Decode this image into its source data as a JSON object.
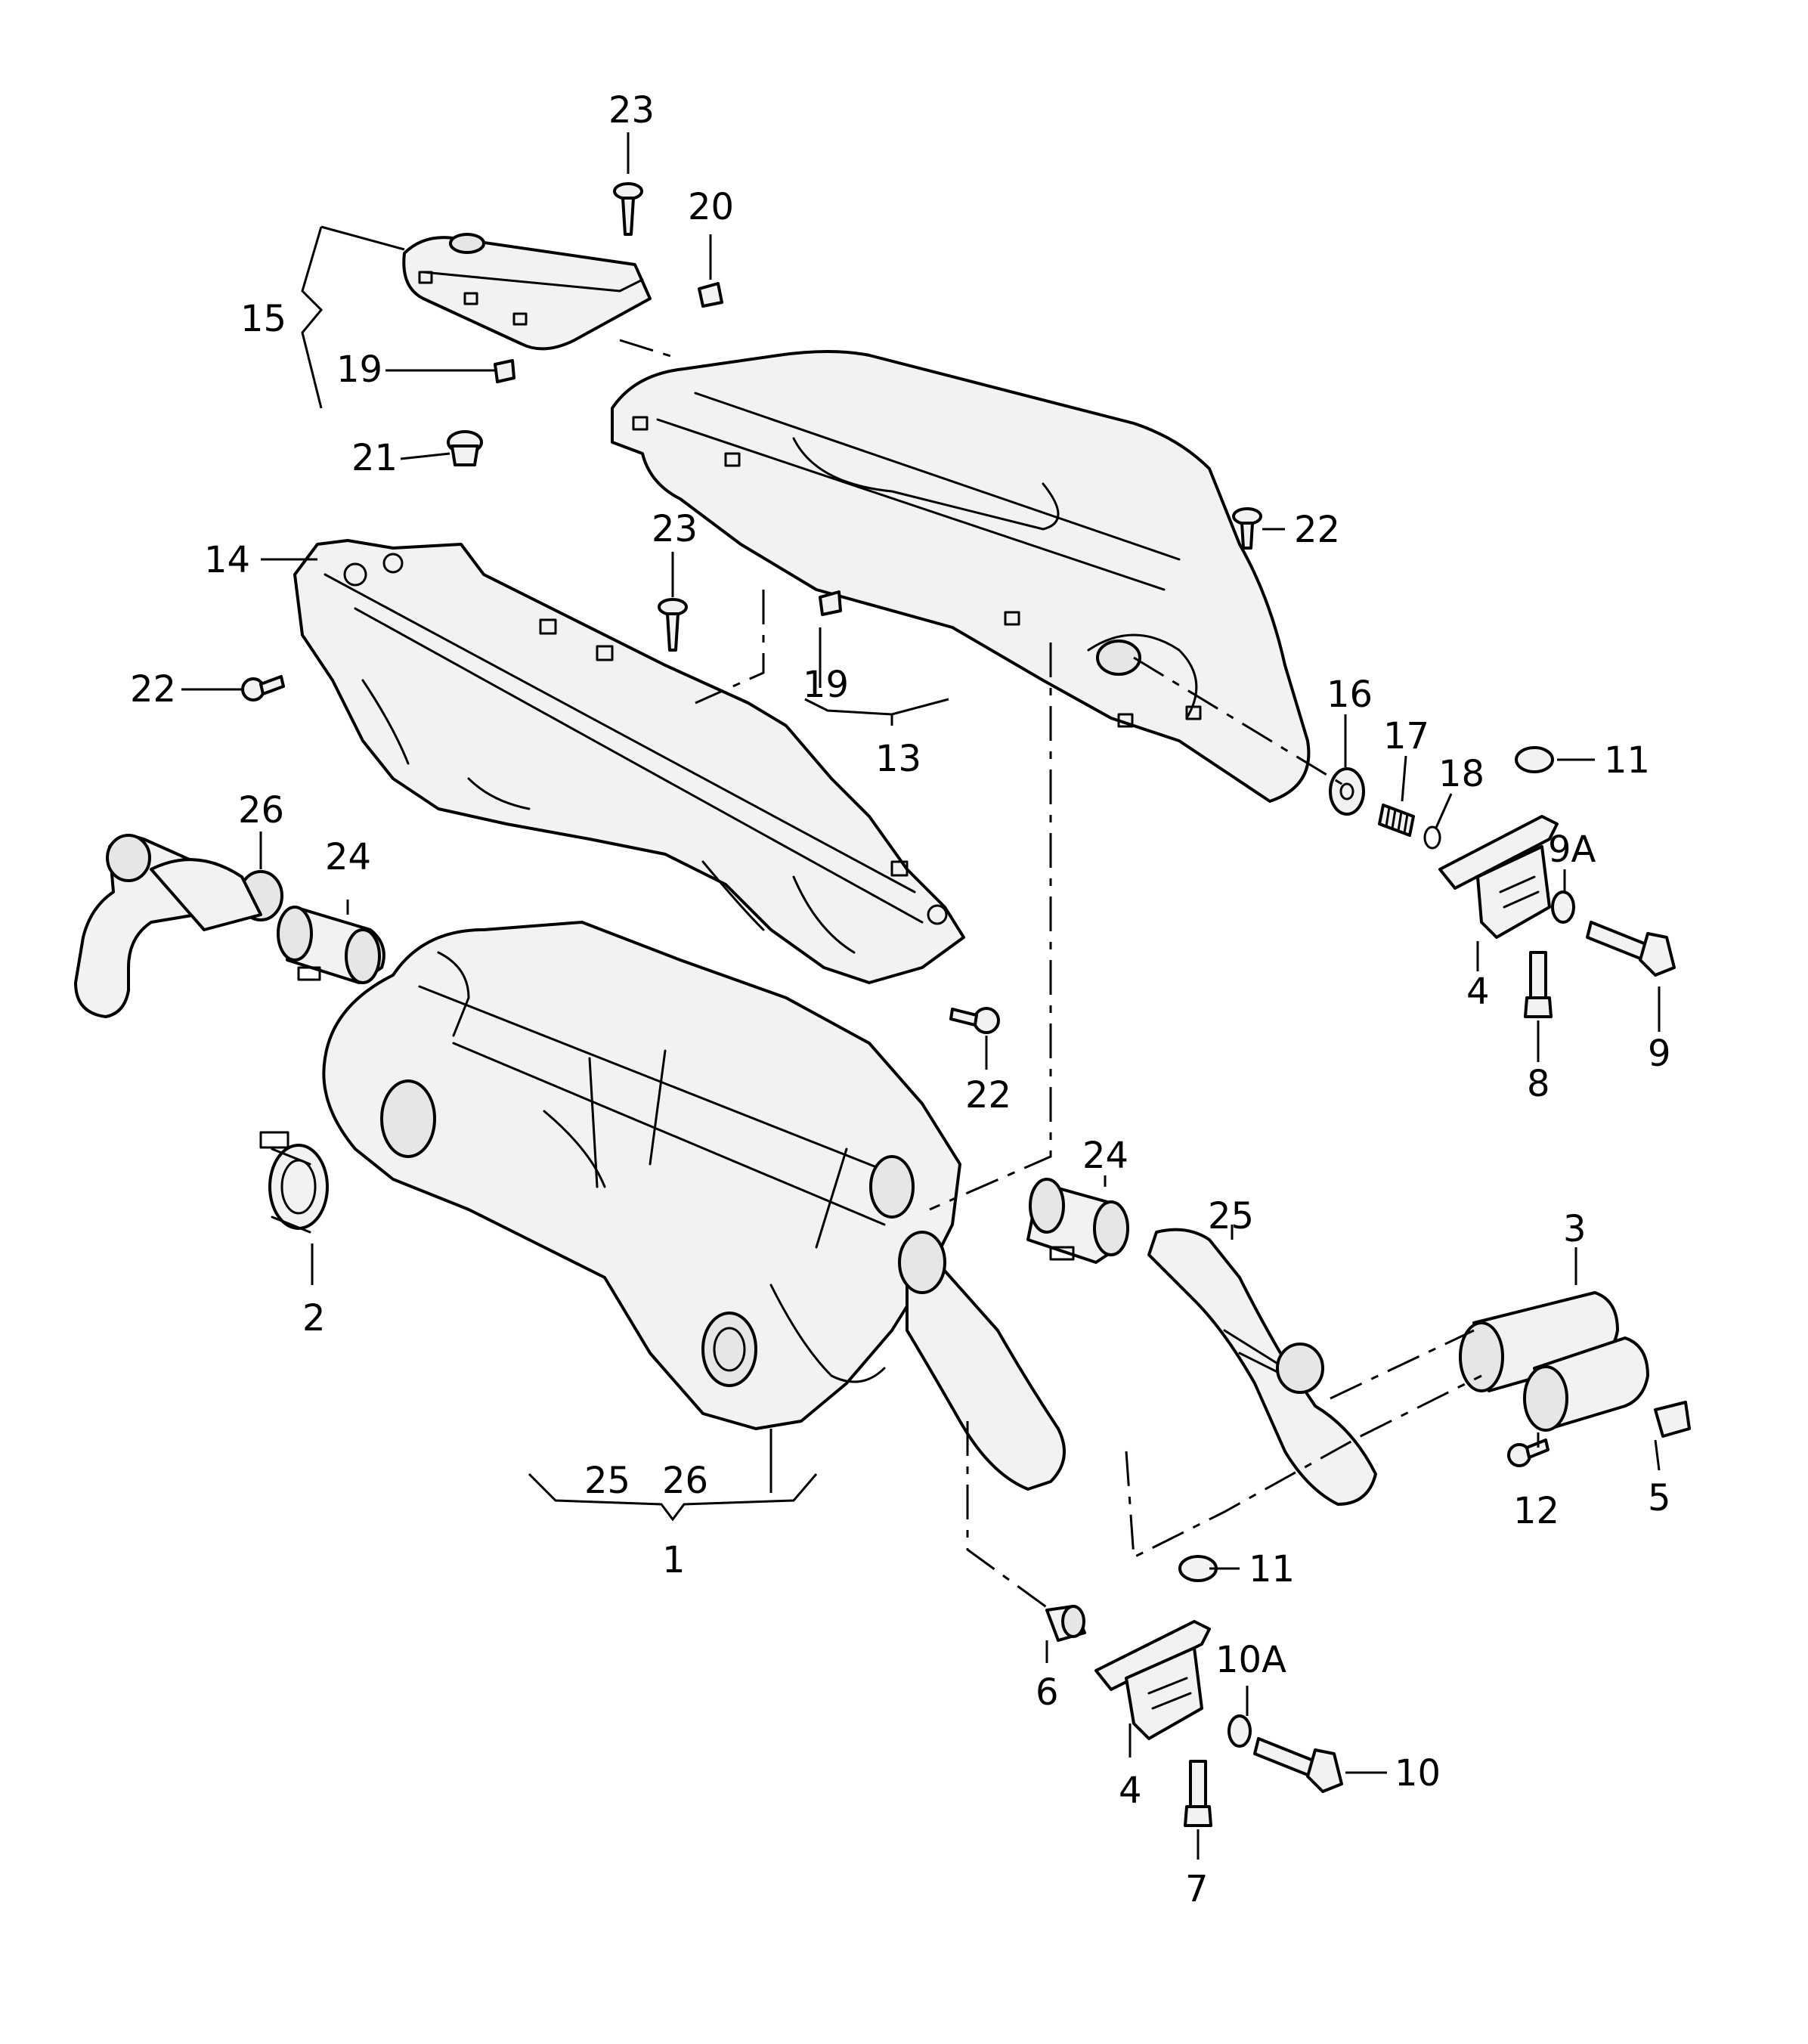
{
  "callouts": {
    "c1": "1",
    "c2": "2",
    "c3": "3",
    "c4a": "4",
    "c4b": "4",
    "c5": "5",
    "c6": "6",
    "c7": "7",
    "c8": "8",
    "c9": "9",
    "c9a": "9A",
    "c10": "10",
    "c10a": "10A",
    "c11a": "11",
    "c11b": "11",
    "c12": "12",
    "c13": "13",
    "c14": "14",
    "c15": "15",
    "c16": "16",
    "c17": "17",
    "c18": "18",
    "c19a": "19",
    "c19b": "19",
    "c20": "20",
    "c21": "21",
    "c22a": "22",
    "c22b": "22",
    "c22c": "22",
    "c23a": "23",
    "c23b": "23",
    "c24a": "24",
    "c24b": "24",
    "c25a": "25",
    "c25b": "25",
    "c26a": "26",
    "c26b": "26"
  }
}
